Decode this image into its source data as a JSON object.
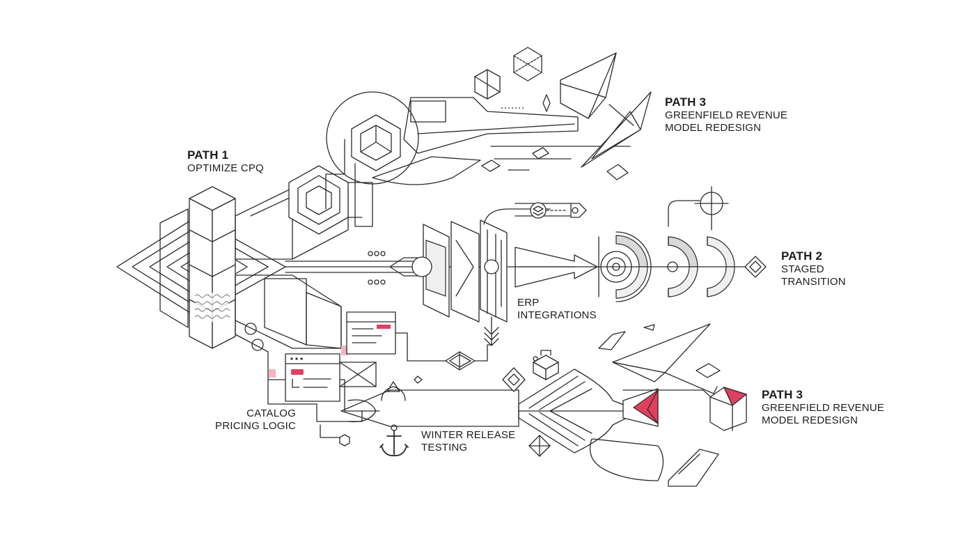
{
  "colors": {
    "accent": "#e0405e",
    "accent_light": "#f2b6c2",
    "line": "#2a2a2a"
  },
  "labels": {
    "path1": {
      "title": "PATH 1",
      "subtitle": "OPTIMIZE CPQ"
    },
    "path2": {
      "title": "PATH 2",
      "line1": "STAGED",
      "line2": "TRANSITION"
    },
    "path3_top": {
      "title": "PATH 3",
      "line1": "GREENFIELD REVENUE",
      "line2": "MODEL REDESIGN"
    },
    "path3_bottom": {
      "title": "PATH 3",
      "line1": "GREENFIELD REVENUE",
      "line2": "MODEL REDESIGN"
    },
    "erp": {
      "line1": "ERP",
      "line2": "INTEGRATIONS"
    },
    "catalog": {
      "line1": "CATALOG",
      "line2": "PRICING LOGIC"
    },
    "winter": {
      "line1": "WINTER RELEASE",
      "line2": "TESTING"
    }
  }
}
